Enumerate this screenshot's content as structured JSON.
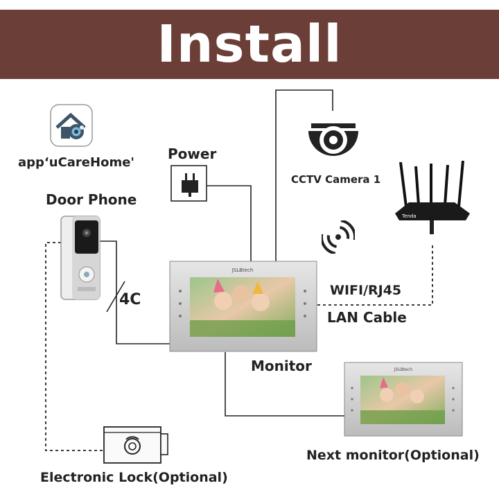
{
  "header": {
    "title": "Install Instruction"
  },
  "labels": {
    "app": "app‘uCareHome'",
    "power": "Power",
    "camera": "CCTV Camera 1",
    "door_phone": "Door Phone",
    "wire_4c": "4C",
    "wifi": "WIFI/RJ45",
    "lan": "LAN Cable",
    "monitor": "Monitor",
    "next_monitor": "Next monitor(Optional)",
    "lock": "Electronic Lock(Optional)",
    "monitor_brand": "JSLBtech"
  },
  "colors": {
    "banner": "#6b3f37",
    "banner_text": "#ffffff",
    "label_text": "#222222",
    "wire": "#222222",
    "monitor_frame": "#d4d4d4"
  },
  "icons": [
    "home-app-icon",
    "power-adapter-icon",
    "dome-camera-icon",
    "wifi-signal-icon",
    "router-icon",
    "doorbell-icon",
    "electronic-lock-icon",
    "monitor-icon"
  ]
}
